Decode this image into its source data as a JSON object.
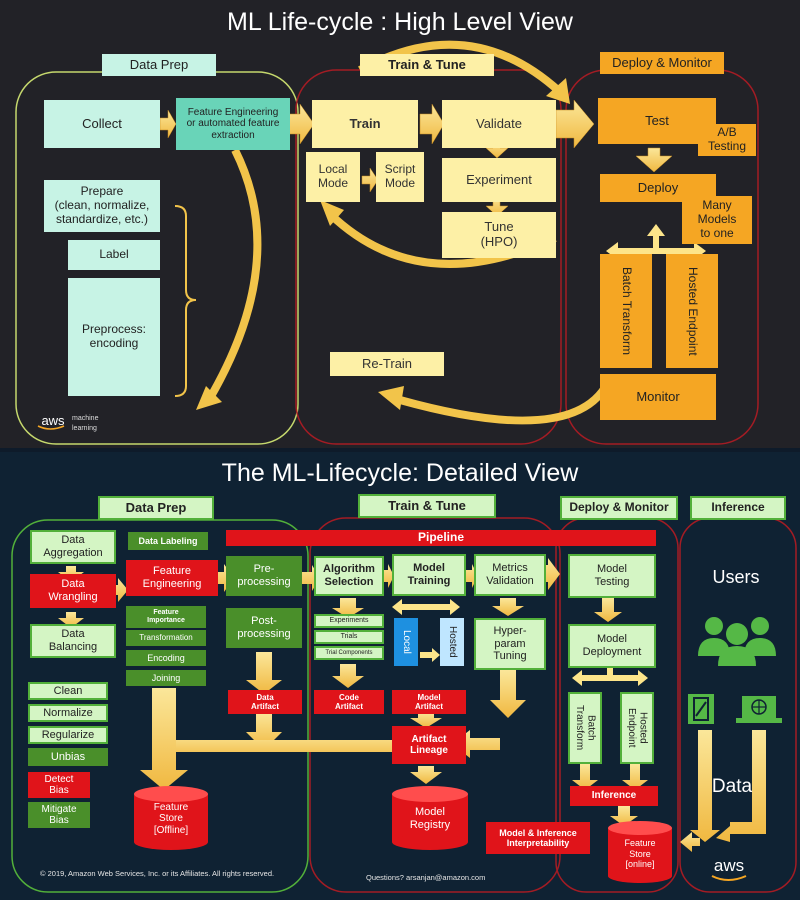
{
  "top": {
    "title": "ML Life-cycle : High Level View",
    "sections": {
      "data_prep": "Data Prep",
      "train_tune": "Train & Tune",
      "deploy_monitor": "Deploy & Monitor"
    },
    "boxes": {
      "collect": "Collect",
      "feature_engineering": "Feature Engineering\nor automated feature\nextraction",
      "prepare": "Prepare\n(clean, normalize,\nstandardize, etc.)",
      "label": "Label",
      "preprocess": "Preprocess:\nencoding",
      "train": "Train",
      "local_mode": "Local\nMode",
      "script_mode": "Script\nMode",
      "validate": "Validate",
      "experiment": "Experiment",
      "tune": "Tune\n(HPO)",
      "retrain": "Re-Train",
      "test": "Test",
      "ab_testing": "A/B\nTesting",
      "deploy": "Deploy",
      "many_models": "Many\nModels\nto one",
      "batch_transform": "Batch Transform",
      "hosted_endpoint": "Hosted Endpoint",
      "monitor": "Monitor"
    },
    "logo": {
      "brand": "aws",
      "line1": "machine",
      "line2": "learning"
    }
  },
  "bottom": {
    "title": "The ML-Lifecycle: Detailed View",
    "sections": {
      "data_prep": "Data Prep",
      "train_tune": "Train & Tune",
      "deploy_monitor": "Deploy & Monitor",
      "inference": "Inference"
    },
    "pipeline": "Pipeline",
    "boxes": {
      "data_aggregation": "Data\nAggregation",
      "data_wrangling": "Data\nWrangling",
      "data_balancing": "Data\nBalancing",
      "clean": "Clean",
      "normalize": "Normalize",
      "regularize": "Regularize",
      "unbias": "Unbias",
      "detect_bias": "Detect\nBias",
      "mitigate_bias": "Mitigate\nBias",
      "data_labeling": "Data Labeling",
      "feature_engineering": "Feature\nEngineering",
      "feature_importance": "Feature\nImportance",
      "transformation": "Transformation",
      "encoding": "Encoding",
      "joining": "Joining",
      "preprocessing": "Pre-\nprocessing",
      "postprocessing": "Post-\nprocessing",
      "data_artifact": "Data\nArtifact",
      "feature_store_offline": "Feature\nStore\n[Offline]",
      "algorithm_selection": "Algorithm\nSelection",
      "experiments": "Experiments",
      "trials": "Trials",
      "trial_components": "Trial Components",
      "code_artifact": "Code\nArtifact",
      "model_training": "Model\nTraining",
      "local": "Local",
      "hosted": "Hosted",
      "model_artifact": "Model\nArtifact",
      "metrics_validation": "Metrics\nValidation",
      "hyperparam_tuning": "Hyper-\nparam\nTuning",
      "artifact_lineage": "Artifact\nLineage",
      "model_registry": "Model\nRegistry",
      "model_inference_interpretability": "Model & Inference\nInterpretability",
      "model_testing": "Model\nTesting",
      "model_deployment": "Model\nDeployment",
      "batch_transform": "Batch\nTransform",
      "hosted_endpoint": "Hosted\nEndpoint",
      "inference": "Inference",
      "feature_store_online": "Feature\nStore\n[online]",
      "users": "Users",
      "data": "Data"
    },
    "logo": "aws",
    "copyright": "© 2019, Amazon Web Services, Inc. or its Affiliates. All rights reserved.",
    "questions": "Questions? arsanjan@amazon.com"
  },
  "colors": {
    "cream": "#fdf0a6",
    "mint": "#c7f3e5",
    "teal": "#69d4b8",
    "orange": "#f5a623",
    "red": "#e0141a",
    "green": "#4a8f2a",
    "arrow": "#f7d06a"
  },
  "icons": [
    "users-icon",
    "mobile-device-icon",
    "laptop-globe-icon"
  ]
}
